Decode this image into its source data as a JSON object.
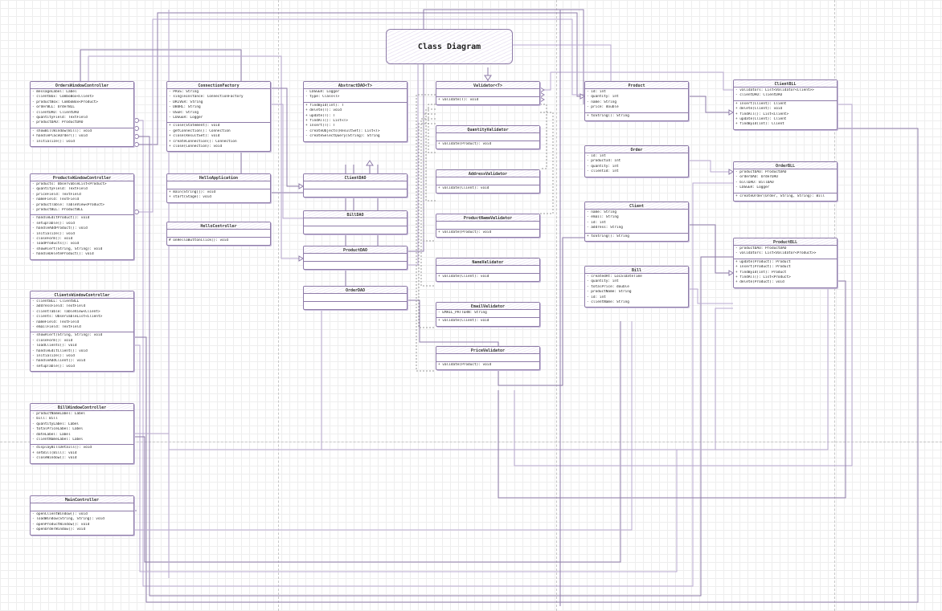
{
  "title": "Class Diagram",
  "colors": {
    "line": "#8e7ba8",
    "line_light": "#b9a9d0",
    "dashed": "#9a9a9a"
  },
  "classes": [
    {
      "id": "ordersWindowController",
      "name": "OrdersWindowController",
      "fields": [
        "- messageLabel: Label",
        "- clientBox: ComboBox<Client>",
        "- productBox: ComboBox<Product>",
        "- orderBLL: OrderBLL",
        "- clientDAO: ClientDAO",
        "- quantityField: TextField",
        "- productDAO: ProductDAO"
      ],
      "methods": [
        "- showBillWindow(Bill): void",
        "+ handlePlaceOrder(): void",
        "- initialize(): void"
      ]
    },
    {
      "id": "productsWindowController",
      "name": "ProductsWindowController",
      "fields": [
        "- products: ObservableList<Product>",
        "- quantityField: TextField",
        "- priceField: TextField",
        "- nameField: TextField",
        "- productTable: TableView<Product>",
        "- productBLL: ProductBLL"
      ],
      "methods": [
        "- handleEditProduct(): void",
        "- setupTable(): void",
        "- handleAddProduct(): void",
        "- initialize(): void",
        "- closeForm(): void",
        "- loadProducts(): void",
        "- showAlert(String, String): void",
        "- handleDeleteProduct(): void"
      ]
    },
    {
      "id": "clientsWindowController",
      "name": "ClientsWindowController",
      "fields": [
        "- clientBLL: ClientBLL",
        "- addressField: TextField",
        "- clientTable: TableView<Client>",
        "- clients: ObservableList<Client>",
        "- nameField: TextField",
        "- emailField: TextField"
      ],
      "methods": [
        "- showAlert(String, String): void",
        "- closeForm(): void",
        "- loadClients(): void",
        "- handleEditClient(): void",
        "- initialize(): void",
        "- handleAddClient(): void",
        "- setupTable(): void"
      ]
    },
    {
      "id": "billWindowController",
      "name": "BillWindowController",
      "fields": [
        "- productNameLabel: Label",
        "- bill: Bill",
        "- quantityLabel: Label",
        "- totalPriceLabel: Label",
        "- dateLabel: Label",
        "- clientNameLabel: Label"
      ],
      "methods": [
        "- displayBillDetails(): void",
        "+ setBill(Bill): void",
        "- closeWindow(): void"
      ]
    },
    {
      "id": "mainController",
      "name": "MainController",
      "fields": [],
      "methods": [
        "- openClientWindow(): void",
        "- loadWindow(String, String): void",
        "- openProductWindow(): void",
        "- openOrderWindow(): void"
      ]
    },
    {
      "id": "connectionFactory",
      "name": "ConnectionFactory",
      "fields": [
        "- PASS: String",
        "- singleInstance: ConnectionFactory",
        "- DRIVER: String",
        "- DBURL: String",
        "- USER: String",
        "- LOGGER: Logger"
      ],
      "methods": [
        "+ close(Statement): void",
        "- getConnection(): Connection",
        "+ close(ResultSet): void",
        "+ createConnection(): Connection",
        "+ close(Connection): void"
      ]
    },
    {
      "id": "helloApplication",
      "name": "HelloApplication",
      "fields": [],
      "methods": [
        "+ main(String[]): void",
        "+ start(Stage): void"
      ]
    },
    {
      "id": "helloController",
      "name": "HelloController",
      "fields": [],
      "methods": [
        "# onHelloButtonClick(): void"
      ]
    },
    {
      "id": "abstractDAO",
      "name": "AbstractDAO<T>",
      "fields": [
        "- LOGGER: Logger",
        "- type: Class<T>"
      ],
      "methods": [
        "+ findById(int): T",
        "+ delete(T): void",
        "+ update(T): T",
        "+ findAll(): List<T>",
        "+ insert(T): T",
        "- createObjects(ResultSet): List<T>",
        "- createSelectQuery(String): String"
      ]
    },
    {
      "id": "clientDAO",
      "name": "ClientDAO",
      "fields": [],
      "methods": []
    },
    {
      "id": "billDAO",
      "name": "BillDAO",
      "fields": [],
      "methods": []
    },
    {
      "id": "productDAO",
      "name": "ProductDAO",
      "fields": [],
      "methods": []
    },
    {
      "id": "orderDAO",
      "name": "OrderDAO",
      "fields": [],
      "methods": []
    },
    {
      "id": "validatorIface",
      "name": "Validator<T>",
      "fields": [],
      "methods": [
        "+ validate(T): void"
      ]
    },
    {
      "id": "quantityValidator",
      "name": "QuantityValidator",
      "fields": [],
      "methods": [
        "+ validate(Product): void"
      ]
    },
    {
      "id": "addressValidator",
      "name": "AddressValidator",
      "fields": [],
      "methods": [
        "+ validate(Client): void"
      ]
    },
    {
      "id": "productNameValidator",
      "name": "ProductNameValidator",
      "fields": [],
      "methods": [
        "+ validate(Product): void"
      ]
    },
    {
      "id": "nameValidator",
      "name": "NameValidator",
      "fields": [],
      "methods": [
        "+ validate(Client): void"
      ]
    },
    {
      "id": "emailValidator",
      "name": "EmailValidator",
      "fields": [
        "- EMAIL_PATTERN: String"
      ],
      "methods": [
        "+ validate(Client): void"
      ]
    },
    {
      "id": "priceValidator",
      "name": "PriceValidator",
      "fields": [],
      "methods": [
        "+ validate(Product): void"
      ]
    },
    {
      "id": "product",
      "name": "Product",
      "fields": [
        "- id: int",
        "- quantity: int",
        "- name: String",
        "- price: double"
      ],
      "methods": [
        "+ toString(): String"
      ]
    },
    {
      "id": "order",
      "name": "Order",
      "fields": [
        "- id: int",
        "- productId: int",
        "- quantity: int",
        "- clientId: int"
      ],
      "methods": []
    },
    {
      "id": "client",
      "name": "Client",
      "fields": [
        "- name: String",
        "- email: String",
        "- id: int",
        "- address: String"
      ],
      "methods": [
        "+ toString(): String"
      ]
    },
    {
      "id": "bill",
      "name": "Bill",
      "fields": [
        "- createdAt: LocalDateTime",
        "- quantity: int",
        "- totalPrice: double",
        "- productName: String",
        "- id: int",
        "- clientName: String"
      ],
      "methods": []
    },
    {
      "id": "clientBLL",
      "name": "ClientBLL",
      "fields": [
        "- validators: List<Validator<Client>>",
        "- clientDAO: ClientDAO"
      ],
      "methods": [
        "+ insert(Client): Client",
        "+ delete(Client): void",
        "+ findAll(): List<Client>",
        "+ update(Client): Client",
        "+ findById(int): Client"
      ]
    },
    {
      "id": "orderBLL",
      "name": "OrderBLL",
      "fields": [
        "- productDAO: ProductDAO",
        "- orderDAO: OrderDAO",
        "- billDAO: BillDAO",
        "- LOGGER: Logger"
      ],
      "methods": [
        "+ createOrder(Order, String, String): Bill"
      ]
    },
    {
      "id": "productBLL",
      "name": "ProductBLL",
      "fields": [
        "- productDAO: ProductDAO",
        "- validators: List<Validator<Product>>"
      ],
      "methods": [
        "+ update(Product): Product",
        "+ insert(Product): Product",
        "+ findById(int): Product",
        "+ findAll(): List<Product>",
        "+ delete(Product): void"
      ]
    }
  ]
}
